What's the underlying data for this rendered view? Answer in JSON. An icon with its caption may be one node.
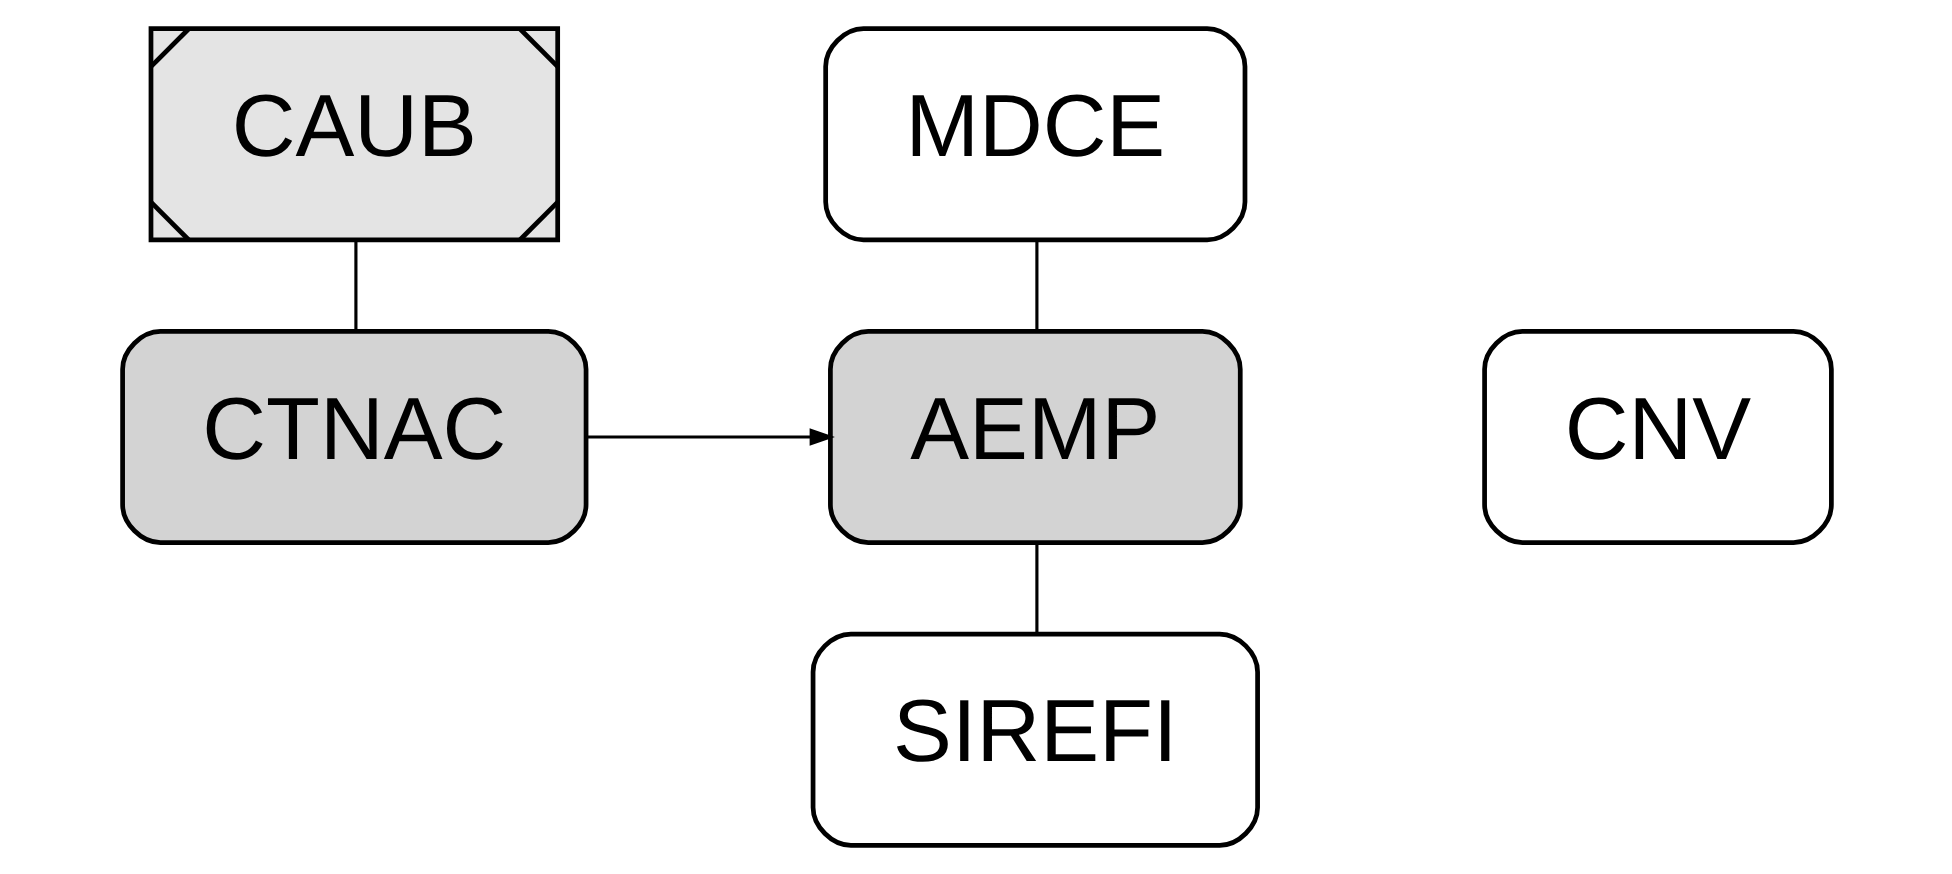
{
  "diagram": {
    "nodes": [
      {
        "text": [
          "MDCE"
        ]
      },
      {
        "text": [
          "CAUB"
        ]
      },
      {
        "text": [
          "AEMP"
        ]
      },
      {
        "text": [
          "CNV"
        ]
      },
      {
        "text": [
          "CTNAC"
        ]
      },
      {
        "text": [
          "SIREFI"
        ]
      }
    ],
    "edges": [
      {
        "from": 1,
        "to": 4,
        "arrow": "none"
      },
      {
        "from": 0,
        "to": 2,
        "arrow": "none"
      },
      {
        "from": 4,
        "to": 2,
        "arrow": "to"
      },
      {
        "from": 2,
        "to": 5,
        "arrow": "none"
      }
    ]
  }
}
